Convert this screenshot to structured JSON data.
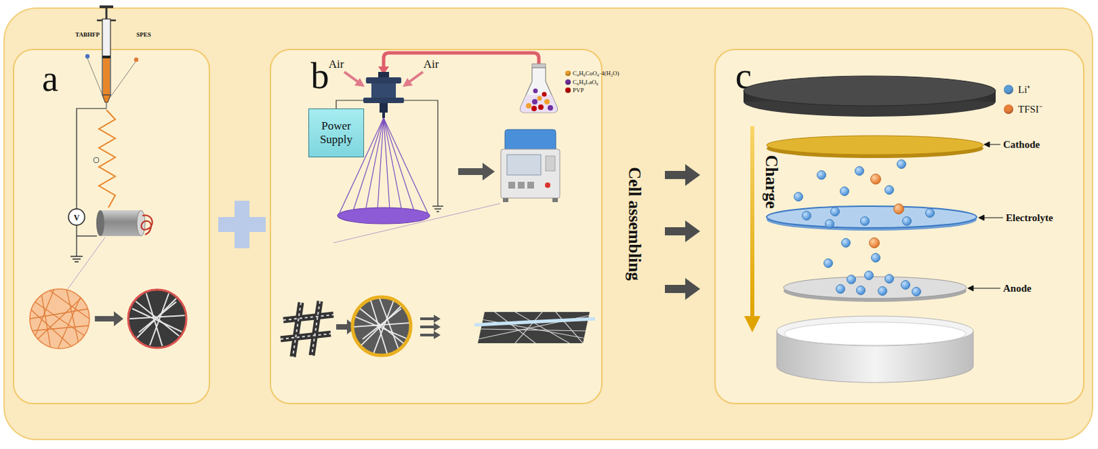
{
  "diagram": {
    "nodes": [
      {
        "text": [
          "a"
        ]
      },
      {
        "text": [
          "b"
        ]
      },
      {
        "text": [
          "Power Supply"
        ],
        "in": 1
      },
      {
        "text": [
          "c"
        ]
      }
    ],
    "labels": [
      "TABHFP",
      "SPES",
      "V",
      "Air",
      "Air",
      "Cell assembling",
      "Cathode",
      "Electrolyte",
      "Anode",
      "Charge"
    ],
    "legend": [
      {
        "text": "C₄H₆CoO₄·4(H₂O)",
        "color": "#f0a030"
      },
      {
        "text": "C₆H₉LaO₆",
        "color": "#7030a0"
      },
      {
        "text": "PVP",
        "color": "#c00000"
      },
      {
        "text": "Li⁺",
        "color": "#5b9bd5"
      },
      {
        "text": "TFSI⁻",
        "color": "#e8803a"
      }
    ]
  }
}
